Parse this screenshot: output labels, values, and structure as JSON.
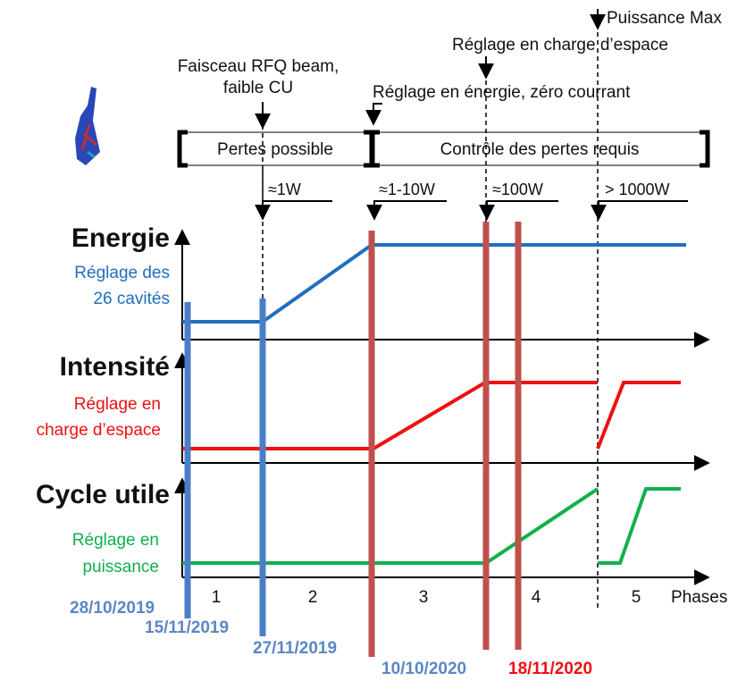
{
  "annotations": {
    "rfq": [
      "Faisceau RFQ beam,",
      "faible CU"
    ],
    "energy_tune": "Réglage en énergie, zéro courrant",
    "space_charge_tune": "Réglage en charge d’espace",
    "max_power": "Puissance Max"
  },
  "regions": {
    "losses_possible": "Pertes possible",
    "loss_control": "Contrôle des pertes requis"
  },
  "power_levels": [
    "≈1W",
    "≈1-10W",
    "≈100W",
    "> 1000W"
  ],
  "rows": {
    "energy": {
      "title": "Energie",
      "subtitle": [
        "Réglage des",
        "26 cavités"
      ],
      "color": "#1f6fbf"
    },
    "intensity": {
      "title": "Intensité",
      "subtitle": [
        "Réglage en",
        "charge d’espace"
      ],
      "color": "#ee1111"
    },
    "duty": {
      "title": "Cycle utile",
      "subtitle": [
        "Réglage en",
        "puissance"
      ],
      "color": "#11b04b"
    }
  },
  "phases": {
    "label": "Phases",
    "numbers": [
      "1",
      "2",
      "3",
      "4",
      "5"
    ]
  },
  "dates": [
    {
      "text": "28/10/2019",
      "color": "#5b86c5"
    },
    {
      "text": "15/11/2019",
      "color": "#5b86c5"
    },
    {
      "text": "27/11/2019",
      "color": "#5b86c5"
    },
    {
      "text": "10/10/2020",
      "color": "#5b86c5"
    },
    {
      "text": "18/11/2020",
      "color": "#ee1111"
    }
  ],
  "colors": {
    "milestone_blue": "#4a7fc8",
    "milestone_red": "#c0504d",
    "axis": "#000000"
  }
}
